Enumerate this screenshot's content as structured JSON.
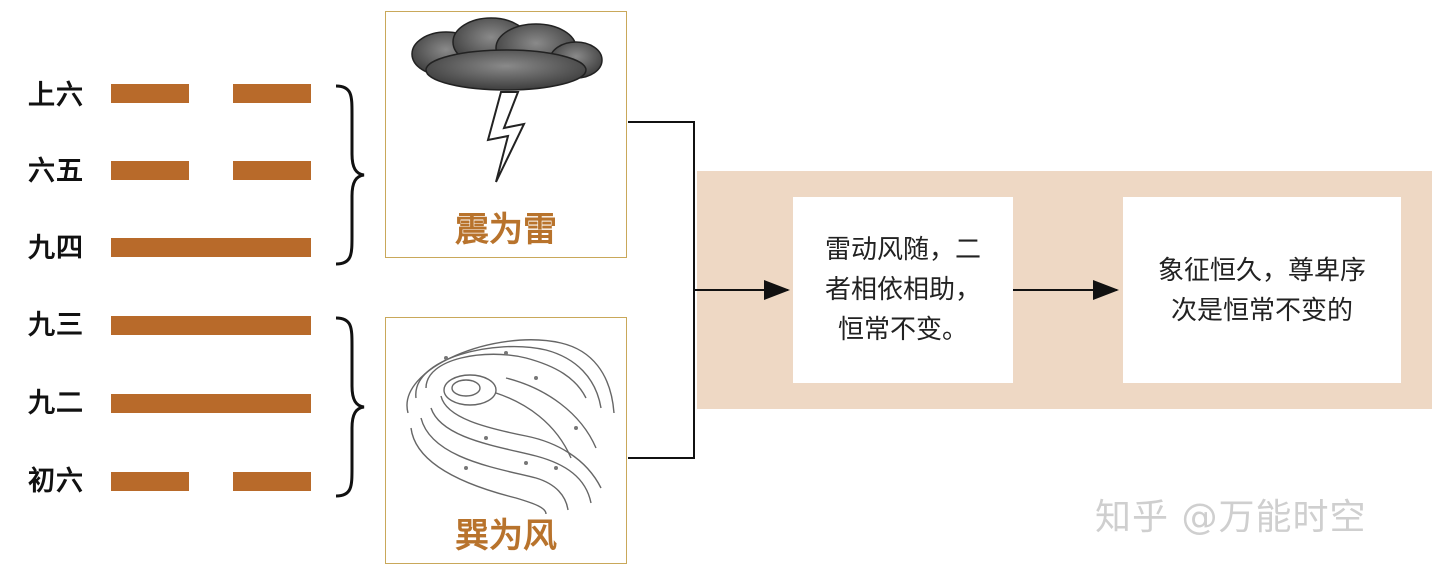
{
  "colors": {
    "line": "#b86a2a",
    "accent": "#b8732c",
    "band": "#eed8c4",
    "box_border": "#c9a85a"
  },
  "hexagram_lines": [
    {
      "label": "上六",
      "type": "broken"
    },
    {
      "label": "六五",
      "type": "broken"
    },
    {
      "label": "九四",
      "type": "solid"
    },
    {
      "label": "九三",
      "type": "solid"
    },
    {
      "label": "九二",
      "type": "solid"
    },
    {
      "label": "初六",
      "type": "broken"
    }
  ],
  "trigrams": {
    "upper": {
      "title": "震为雷",
      "icon": "thunder-cloud-lightning"
    },
    "lower": {
      "title": "巽为风",
      "icon": "whirlwind"
    }
  },
  "cards": {
    "first": {
      "lines": [
        "雷动风随，二",
        "者相依相助，",
        "恒常不变。"
      ]
    },
    "second": {
      "lines": [
        "象征恒久，尊卑序",
        "次是恒常不变的"
      ]
    }
  },
  "watermark": "知乎 @万能时空"
}
